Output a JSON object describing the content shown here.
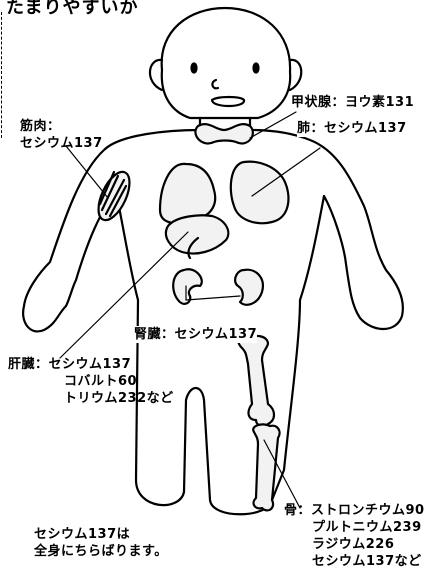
{
  "title": "たまりやすいか",
  "labels": {
    "thyroid": "甲状腺：ヨウ素131",
    "muscle_title": "筋肉：",
    "muscle_value": "セシウム137",
    "lung": "肺：セシウム137",
    "kidney": "腎臓：セシウム137",
    "liver_line1": "肝臓：セシウム137",
    "liver_line2": "コバルト60",
    "liver_line3": "トリウム232など",
    "bone_line1": "骨：ストロンチウム90",
    "bone_line2": "プルトニウム239",
    "bone_line3": "ラジウム226",
    "bone_line4": "セシウム137など",
    "note_line1": "セシウム137は",
    "note_line2": "全身にちらばります。"
  },
  "colors": {
    "ink": "#000000",
    "organ_fill": "#f2f2f2",
    "background": "#ffffff"
  }
}
